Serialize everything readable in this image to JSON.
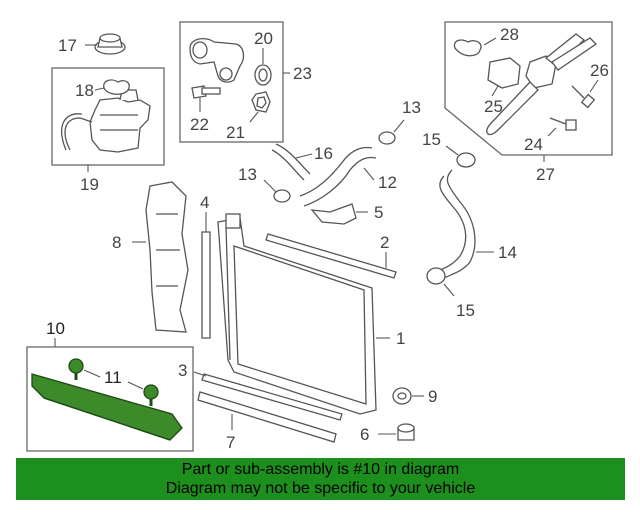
{
  "callouts": [
    "1",
    "2",
    "3",
    "4",
    "5",
    "6",
    "7",
    "8",
    "9",
    "10",
    "11",
    "12",
    "13",
    "13",
    "14",
    "15",
    "15",
    "16",
    "17",
    "18",
    "19",
    "20",
    "21",
    "22",
    "23",
    "24",
    "25",
    "26",
    "27",
    "28"
  ],
  "colors": {
    "highlight": "#3c8a2a",
    "banner": "#1d8f1d",
    "line": "#555555"
  },
  "banner": {
    "line1": "Part or sub-assembly is #10 in diagram",
    "line2": "Diagram may not be specific to your vehicle"
  }
}
